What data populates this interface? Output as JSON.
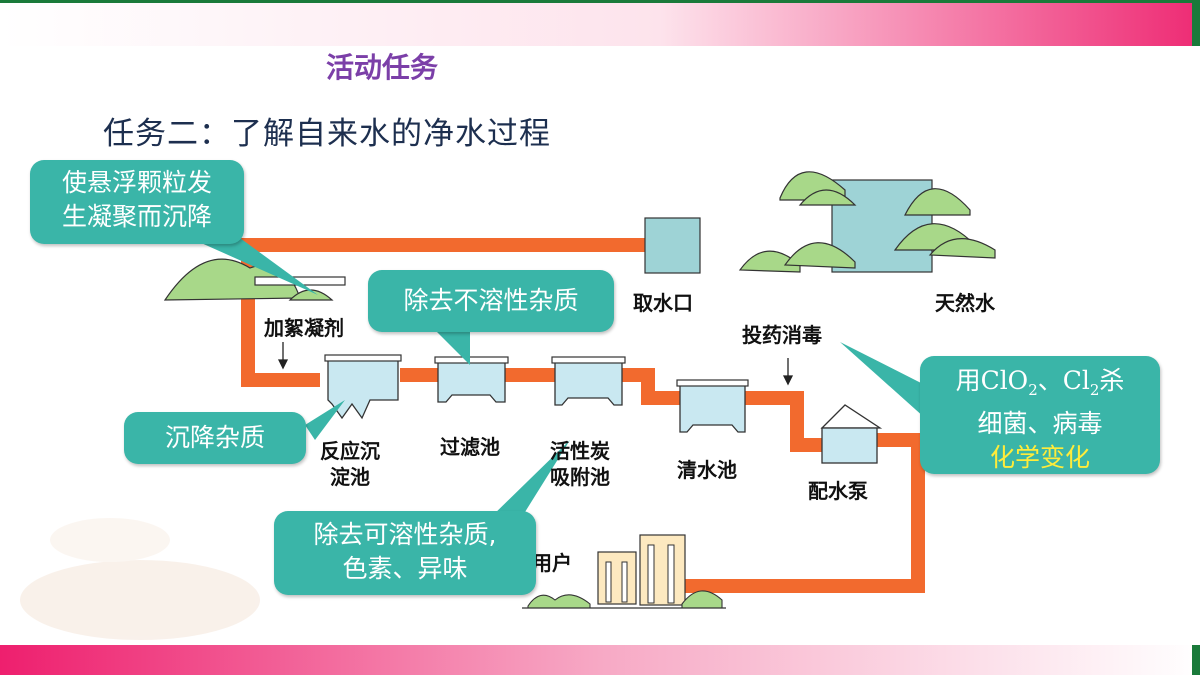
{
  "header": {
    "section_title": "活动任务"
  },
  "task_title": "任务二：了解自来水的净水过程",
  "stages": {
    "intake": "取水口",
    "natural_water": "天然水",
    "coagulant": "加絮凝剂",
    "reaction_tank_1": "反应沉",
    "reaction_tank_2": "淀池",
    "filter_tank": "过滤池",
    "carbon_tank_1": "活性炭",
    "carbon_tank_2": "吸附池",
    "clear_tank": "清水池",
    "disinfect": "投药消毒",
    "pump": "配水泵",
    "users": "用户"
  },
  "callouts": {
    "coagulate_1": "使悬浮颗粒发",
    "coagulate_2": "生凝聚而沉降",
    "settle": "沉降杂质",
    "insoluble": "除去不溶性杂质",
    "soluble_1": "除去可溶性杂质,",
    "soluble_2": "色素、异味",
    "disinfect_1_a": "用ClO",
    "disinfect_1_sub1": "2",
    "disinfect_1_b": "、Cl",
    "disinfect_1_sub2": "2",
    "disinfect_1_c": "杀",
    "disinfect_2": "细菌、病毒",
    "disinfect_3": "化学变化"
  },
  "colors": {
    "pipe": "#f26a2e",
    "callout": "#3ab5a8",
    "tank_fill": "#c9e8f1",
    "tree": "#a8d889",
    "accent_title": "#7b3fa8",
    "chem_change": "#ffec3a"
  }
}
